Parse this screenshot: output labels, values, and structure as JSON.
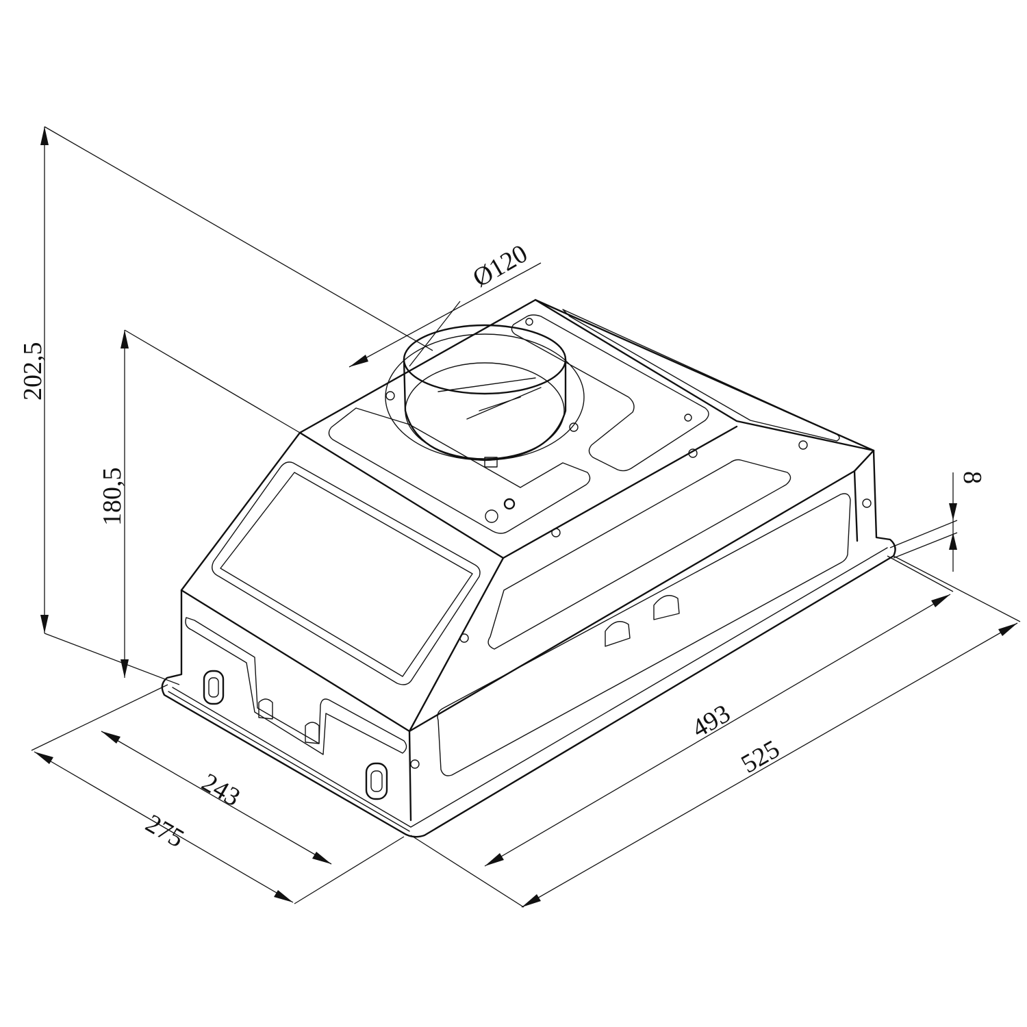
{
  "dimensions": {
    "total_height": "202,5",
    "body_height": "180,5",
    "duct_diameter": "Ø120",
    "flange_thickness": "8",
    "inner_width": "493",
    "outer_width": "525",
    "inner_depth": "243",
    "outer_depth": "275"
  }
}
